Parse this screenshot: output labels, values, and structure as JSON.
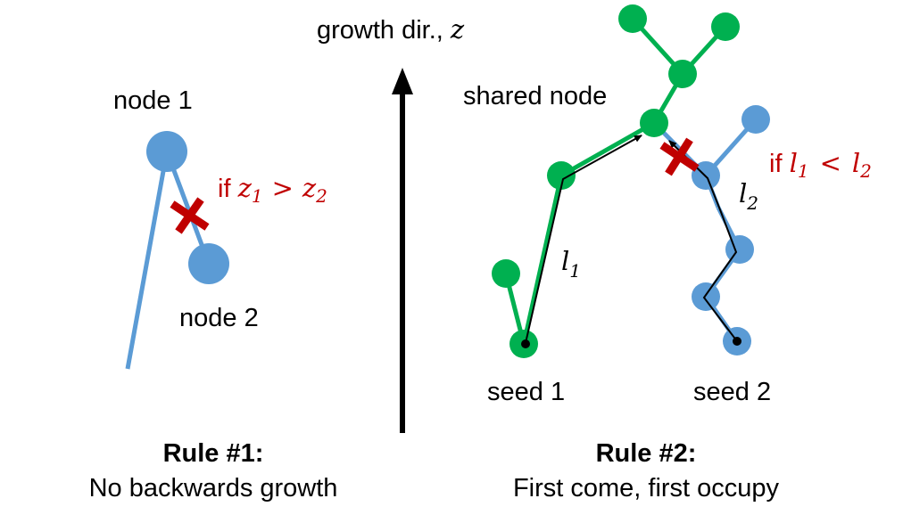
{
  "colors": {
    "blue": "#5b9bd5",
    "green": "#00b050",
    "red": "#c00000",
    "black": "#000000"
  },
  "axis": {
    "label": "growth dir., ",
    "var": "z"
  },
  "rule1": {
    "node1_label": "node 1",
    "node2_label": "node 2",
    "condition": {
      "prefix": "if ",
      "var1": "z",
      "sub1": "1",
      "op": ">",
      "var2": "z",
      "sub2": "2"
    },
    "title": "Rule #1:",
    "subtitle": "No backwards growth"
  },
  "rule2": {
    "shared_label": "shared node",
    "seed1_label": "seed 1",
    "seed2_label": "seed 2",
    "l1": {
      "var": "l",
      "sub": "1"
    },
    "l2": {
      "var": "l",
      "sub": "2"
    },
    "condition": {
      "prefix": "if ",
      "var1": "l",
      "sub1": "1",
      "op": "<",
      "var2": "l",
      "sub2": "2"
    },
    "title": "Rule #2:",
    "subtitle": "First come, first occupy"
  }
}
